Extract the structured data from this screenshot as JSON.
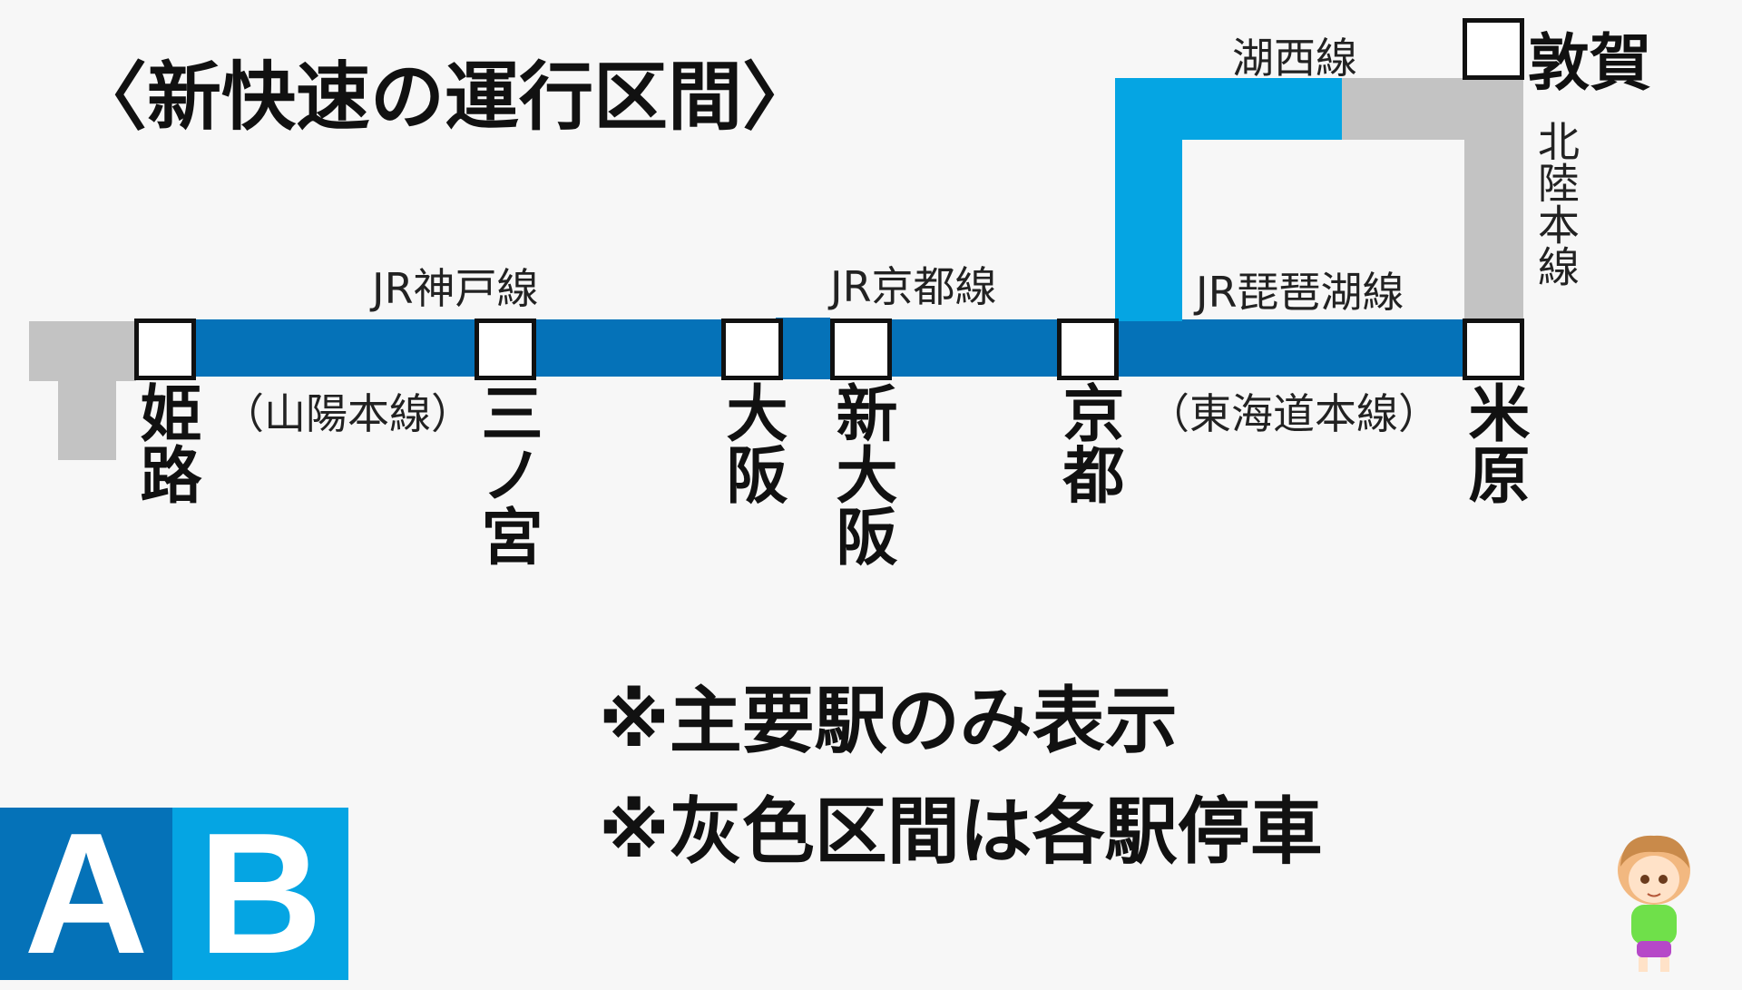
{
  "title": "〈新快速の運行区間〉",
  "notes": [
    "※主要駅のみ表示",
    "※灰色区間は各駅停車"
  ],
  "line_labels": {
    "kobe": "JR神戸線",
    "sanyo": "（山陽本線）",
    "kyoto": "JR京都線",
    "biwako": "JR琵琶湖線",
    "tokaido": "（東海道本線）",
    "kosei": "湖西線",
    "hokuriku": "北陸本線"
  },
  "stations": {
    "himeji": "姫路",
    "sannomiya": "三ノ宮",
    "osaka": "大阪",
    "shin_osaka": "新大阪",
    "kyoto": "京都",
    "maibara": "米原",
    "tsuruga": "敦賀"
  },
  "logo": {
    "left": "A",
    "right": "B"
  },
  "colors": {
    "main_line": "#0572b8",
    "kosei_line": "#05a5e3",
    "local_section": "#c3c3c3",
    "logo_left": "#0572b8",
    "logo_right": "#05a5e3"
  }
}
